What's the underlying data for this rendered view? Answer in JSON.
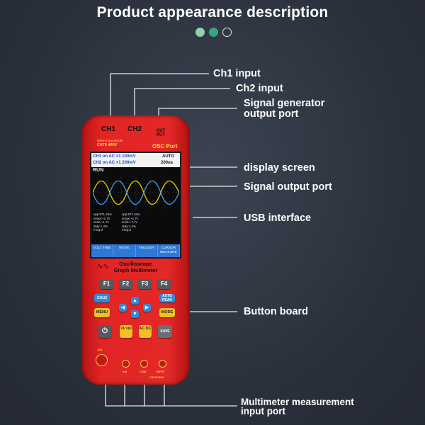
{
  "title": "Product appearance description",
  "labels": {
    "ch1_input": "Ch1 input",
    "ch2_input": "Ch2 input",
    "siggen_line1": "Signal generator",
    "siggen_line2": "output port",
    "display_screen": "display screen",
    "signal_output": "Signal output port",
    "usb": "USB interface",
    "button_board": "Button board",
    "mm_line1": "Multimeter measurement",
    "mm_line2": "input port"
  },
  "device": {
    "ch1": "CH1",
    "ch2": "CH2",
    "out": "OUT PUT",
    "bandwidth": "50MHz Bandwidth",
    "cat": "CATII 400V",
    "osc_port": "OSC Port",
    "screen": {
      "row1": "CH1 on AC ×1  100mV",
      "row2": "CH2 on AC ×1  200mV",
      "auto": "AUTO",
      "timediv": "200us",
      "run": "RUN",
      "meas_left": [
        "vpp:571.4mv",
        "vmax:~1.7v",
        "vmin:~1.7v",
        "duty:1.4%",
        "Freq:0"
      ],
      "meas_right": [
        "vpp:571.4mv",
        "vmax:~1.7v",
        "vmin:~1.7v",
        "duty:1.4%",
        "Freq:0"
      ],
      "softkeys": [
        "VOLT TIME",
        "MOVE",
        "TRIGGER",
        "CURSOR MEASURE"
      ]
    },
    "brand_line1": "Oscilloscope",
    "brand_line2": "Graph Multimeter",
    "fkeys": [
      "F1",
      "F2",
      "F3",
      "F4"
    ],
    "ch12": "CH1/2",
    "autopeak": "AUTO PEAK",
    "menu": "MENU",
    "mode": "MODE",
    "x1x10": "×1 ×10",
    "acdc": "AC DC",
    "save": "SAVE",
    "port_labels": [
      "10A",
      "mA",
      "COM",
      "INPUT"
    ],
    "cat_bottom": "CATII 600V"
  },
  "colors": {
    "device_red": "#e12424",
    "accent_yellow": "#f0c020",
    "key_blue": "#2f8ae0",
    "dot_light": "#8fd0b0",
    "dot_dark": "#3aa57c"
  },
  "icons": [
    "power-icon",
    "arrow-up-icon",
    "arrow-down-icon",
    "arrow-left-icon",
    "arrow-right-icon",
    "sine-wave-icon"
  ]
}
